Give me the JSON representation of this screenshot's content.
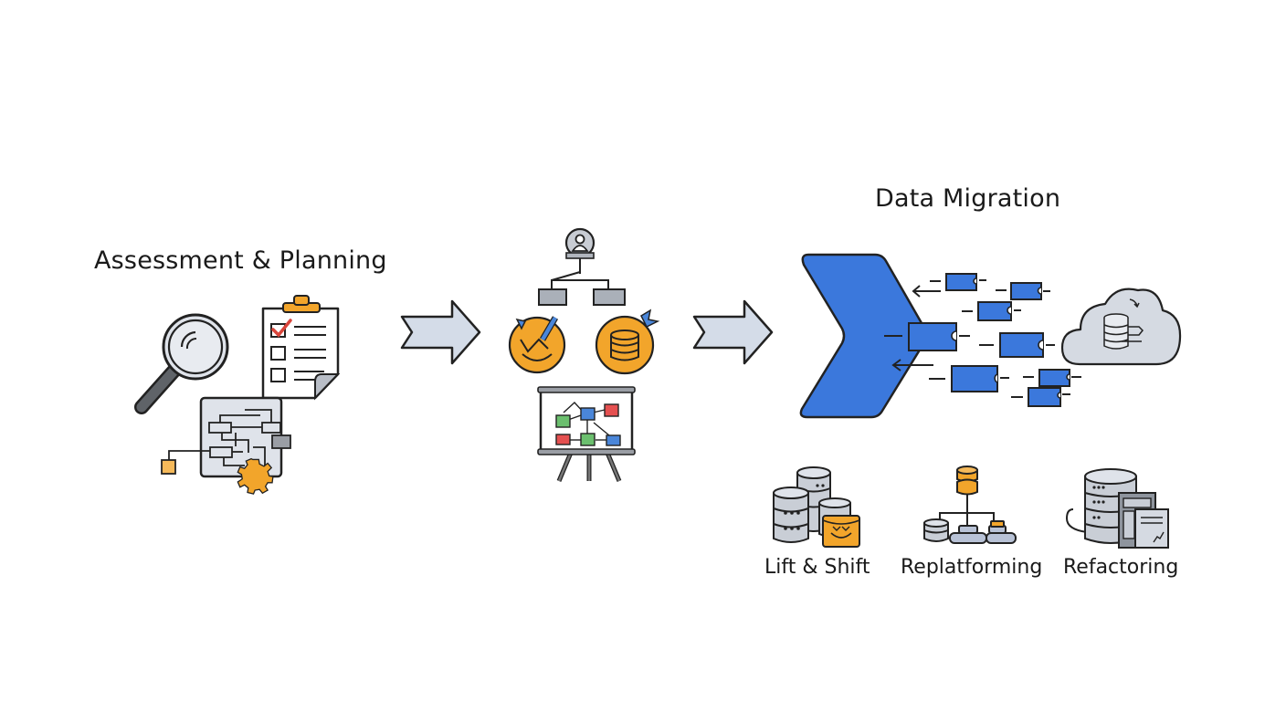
{
  "diagram": {
    "stages": [
      {
        "id": "assessment",
        "title": "Assessment & Planning"
      },
      {
        "id": "design",
        "title": ""
      },
      {
        "id": "migration",
        "title": "Data Migration"
      }
    ],
    "strategies": [
      {
        "label": "Lift & Shift"
      },
      {
        "label": "Replatforming"
      },
      {
        "label": "Refactoring"
      }
    ],
    "colors": {
      "accent_blue": "#3B78DC",
      "accent_orange": "#F2A52B",
      "light_gray": "#D5DAE2",
      "outline": "#222222",
      "check_red": "#D9453B",
      "node_green": "#6BBF6E",
      "node_red": "#E55050",
      "node_blue": "#4A86D9"
    }
  }
}
